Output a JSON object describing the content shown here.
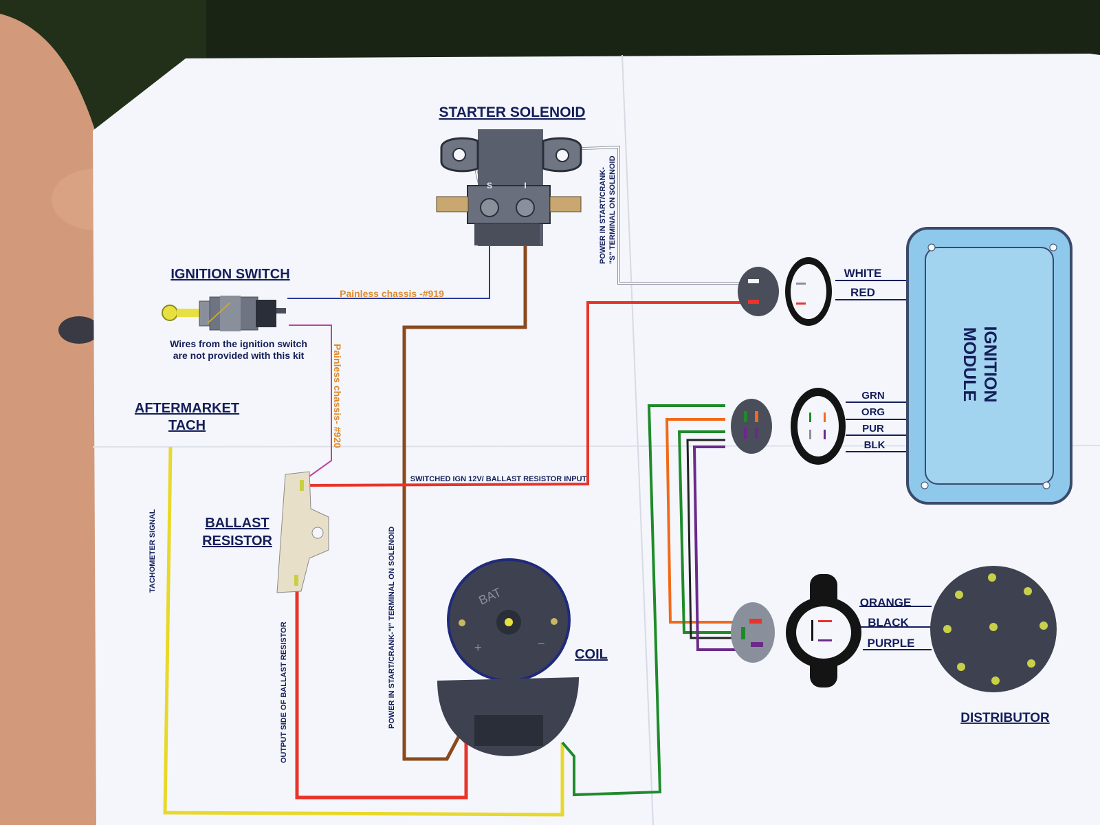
{
  "title_starter_solenoid": "STARTER SOLENOID",
  "title_ignition_switch": "IGNITION SWITCH",
  "ignition_note_line1": "Wires from the ignition switch",
  "ignition_note_line2": "are not provided with this kit",
  "title_aftermarket_tach_line1": "AFTERMARKET",
  "title_aftermarket_tach_line2": "TACH",
  "title_ballast_line1": "BALLAST",
  "title_ballast_line2": "RESISTOR",
  "title_coil": "COIL",
  "title_distributor": "DISTRIBUTOR",
  "title_ignition_module_line1": "IGNITION",
  "title_ignition_module_line2": "MODULE",
  "label_painless_919": "Painless chassis -#919",
  "label_painless_920": "Painless chassis- #920",
  "label_switched_ign": "SWITCHED IGN 12V/ BALLAST RESISTOR INPUT",
  "label_power_s_line1": "POWER IN START/CRANK-",
  "label_power_s_line2": "\"S\" TERMINAL ON SOLENOID",
  "label_power_i": "POWER IN START/CRANK-\"I\" TERMINAL ON SOLENOID",
  "label_tach_signal": "TACHOMETER SIGNAL",
  "label_output_ballast": "OUTPUT SIDE OF BALLAST RESISTOR",
  "solenoid_terminal_s": "S",
  "solenoid_terminal_i": "I",
  "coil_bat": "BAT",
  "coil_plus": "+",
  "coil_minus": "−",
  "module_wires_top": [
    "WHITE",
    "RED"
  ],
  "module_wires_mid": [
    "GRN",
    "ORG",
    "PUR",
    "BLK"
  ],
  "distributor_wires": [
    "ORANGE",
    "BLACK",
    "PURPLE"
  ],
  "colors": {
    "paper": "#f4f6fb",
    "ink": "#141e5a",
    "wire_red": "#e8342a",
    "wire_brown": "#8a4a1e",
    "wire_green": "#1f8a2a",
    "wire_orange": "#f06a1a",
    "wire_purple": "#6a2a8a",
    "wire_yellow": "#e8d82a",
    "wire_blue": "#2a3aa0",
    "wire_pink": "#c040a0",
    "module_blue": "#8ec8ea"
  }
}
